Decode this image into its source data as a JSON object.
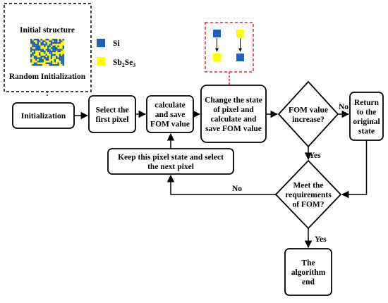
{
  "legend_box": {
    "title": "Initial structure",
    "caption": "Random Initialization"
  },
  "legend": {
    "si": {
      "label": "Si",
      "color": "#1f5fbf"
    },
    "sbse": {
      "label_main": "Sb",
      "sub1": "2",
      "mid": "Se",
      "sub2": "3",
      "color": "#ffff00"
    }
  },
  "nodes": {
    "initialization": {
      "lines": [
        "Initialization"
      ]
    },
    "select_first": {
      "lines": [
        "Select the",
        "first pixel"
      ]
    },
    "calc_save": {
      "lines": [
        "calculate",
        "and save",
        "FOM value"
      ]
    },
    "change_state": {
      "lines": [
        "Change the state",
        "of pixel and",
        "calculate and",
        "save FOM value"
      ]
    },
    "fom_increase": {
      "lines": [
        "FOM value",
        "increase?"
      ]
    },
    "return_state": {
      "lines": [
        "Return",
        "to the",
        "original",
        "state"
      ]
    },
    "keep_state": {
      "lines": [
        "Keep this pixel state and select",
        "the next pixel"
      ]
    },
    "meet_req": {
      "lines": [
        "Meet the",
        "requirements",
        "of FOM?"
      ]
    },
    "algorithm_end": {
      "lines": [
        "The",
        "algorithm",
        "end"
      ]
    }
  },
  "edge_labels": {
    "no_right": "No",
    "yes_down": "Yes",
    "no_left": "No",
    "yes_end": "Yes"
  },
  "colors": {
    "red_dash": "#e8202a",
    "blue": "#1f5fbf",
    "yellow": "#ffff00"
  }
}
